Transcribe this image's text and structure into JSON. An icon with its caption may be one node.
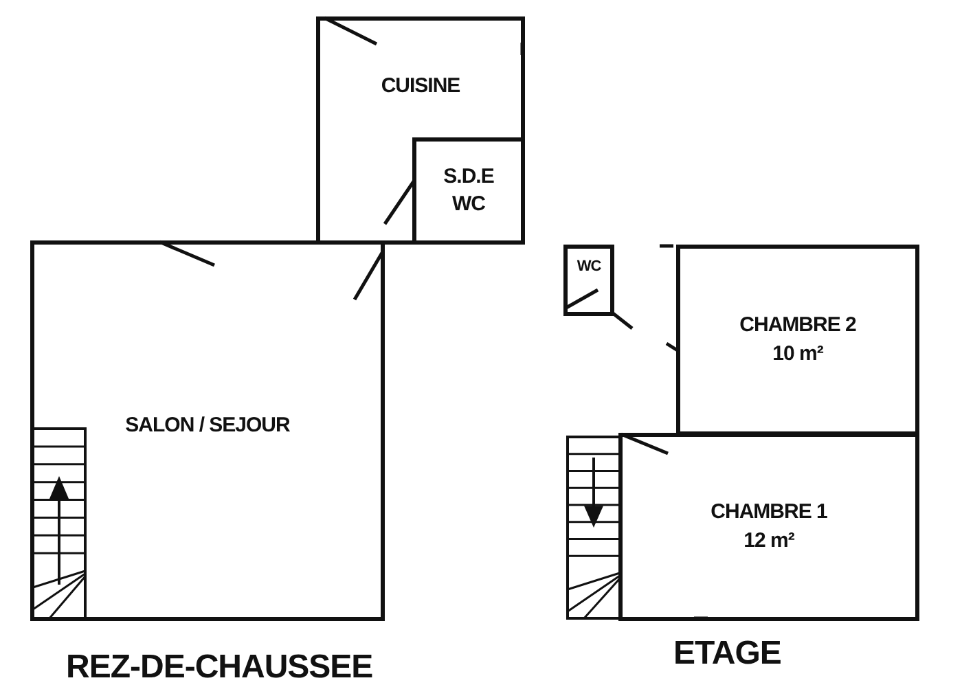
{
  "diagram": {
    "nodes": [
      {
        "text": [
          "CUISINE"
        ]
      },
      {
        "text": [
          "S.D.E WC"
        ],
        "in": 0
      },
      {
        "text": [
          "SALON / SEJOUR"
        ]
      },
      {
        "text": [
          "WC"
        ]
      },
      {
        "text": [
          "CHAMBRE 2",
          "10 m²"
        ]
      },
      {
        "text": [
          "CHAMBRE 1",
          "12 m²"
        ]
      }
    ],
    "labels": [
      "REZ-DE-CHAUSSEE",
      "ETAGE"
    ]
  }
}
